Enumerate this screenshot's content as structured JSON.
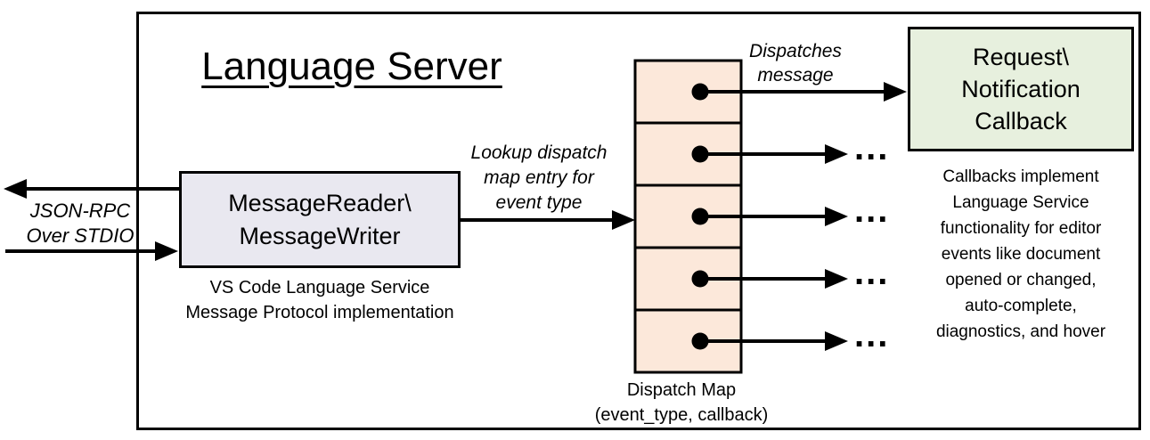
{
  "diagram": {
    "title": "Language Server",
    "stdio_label": {
      "line1": "JSON-RPC",
      "line2": "Over STDIO"
    },
    "message_box": {
      "line1": "MessageReader\\",
      "line2": "MessageWriter"
    },
    "message_box_caption": {
      "line1": "VS Code Language Service",
      "line2": "Message Protocol implementation"
    },
    "lookup_label": {
      "line1": "Lookup dispatch",
      "line2": "map entry for",
      "line3": "event type"
    },
    "dispatch_label": {
      "line1": "Dispatches",
      "line2": "message"
    },
    "dispatch_map": {
      "cells": 5,
      "caption_line1": "Dispatch Map",
      "caption_line2": "(event_type, callback)"
    },
    "callback_box": {
      "line1": "Request\\",
      "line2": "Notification",
      "line3": "Callback"
    },
    "callback_note": {
      "line1": "Callbacks implement",
      "line2": "Language Service",
      "line3": "functionality for editor",
      "line4": "events like document",
      "line5": "opened or changed,",
      "line6": "auto-complete,",
      "line7": "diagnostics, and hover"
    },
    "ellipsis": "...",
    "colors": {
      "message_box_fill": "#e9e8f0",
      "dispatch_cell_fill": "#fce8da",
      "callback_box_fill": "#e7f0de",
      "line": "#000000"
    }
  }
}
